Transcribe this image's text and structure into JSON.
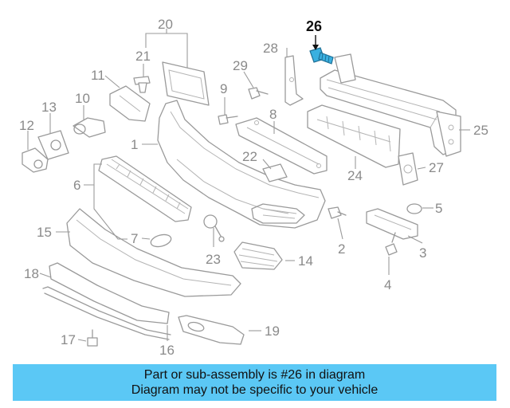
{
  "diagram": {
    "highlight_color": "#3ab0e0",
    "banner_color": "#5bc8f5",
    "callouts": [
      {
        "id": "c1",
        "label": "1"
      },
      {
        "id": "c2",
        "label": "2"
      },
      {
        "id": "c3",
        "label": "3"
      },
      {
        "id": "c4",
        "label": "4"
      },
      {
        "id": "c5",
        "label": "5"
      },
      {
        "id": "c6",
        "label": "6"
      },
      {
        "id": "c7",
        "label": "7"
      },
      {
        "id": "c8",
        "label": "8"
      },
      {
        "id": "c9",
        "label": "9"
      },
      {
        "id": "c10",
        "label": "10"
      },
      {
        "id": "c11",
        "label": "11"
      },
      {
        "id": "c12",
        "label": "12"
      },
      {
        "id": "c13",
        "label": "13"
      },
      {
        "id": "c14",
        "label": "14"
      },
      {
        "id": "c15",
        "label": "15"
      },
      {
        "id": "c16",
        "label": "16"
      },
      {
        "id": "c17",
        "label": "17"
      },
      {
        "id": "c18",
        "label": "18"
      },
      {
        "id": "c19",
        "label": "19"
      },
      {
        "id": "c20",
        "label": "20"
      },
      {
        "id": "c21",
        "label": "21"
      },
      {
        "id": "c22",
        "label": "22"
      },
      {
        "id": "c23",
        "label": "23"
      },
      {
        "id": "c24",
        "label": "24"
      },
      {
        "id": "c25",
        "label": "25"
      },
      {
        "id": "c26",
        "label": "26"
      },
      {
        "id": "c27",
        "label": "27"
      },
      {
        "id": "c28",
        "label": "28"
      },
      {
        "id": "c29",
        "label": "29"
      }
    ]
  },
  "banner": {
    "line1": "Part or sub-assembly is #26 in diagram",
    "line2": "Diagram may not be specific to your vehicle"
  }
}
